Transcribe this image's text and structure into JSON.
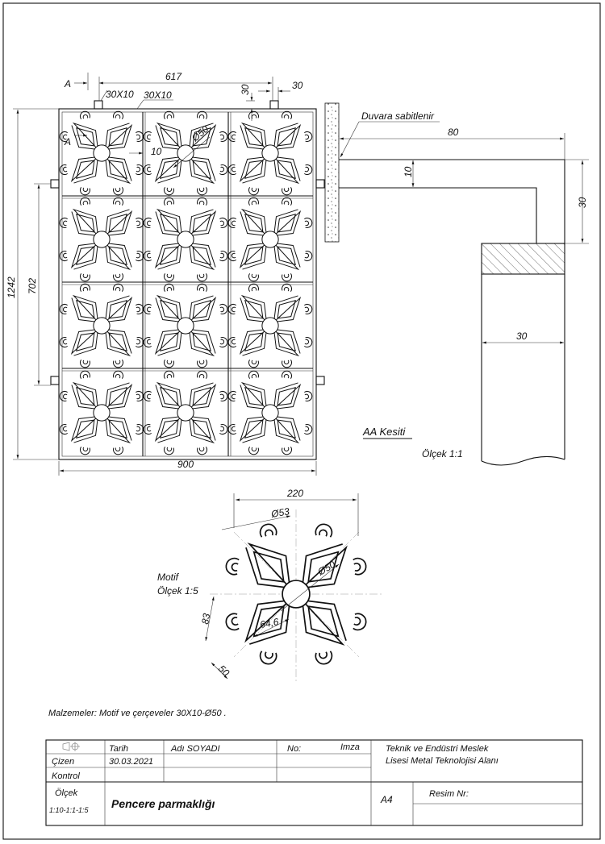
{
  "main_view": {
    "dim_top_width": "617",
    "dim_lug_width": "30",
    "dim_lug_height": "30",
    "profile_lug": "30X10",
    "profile_frame": "30X10",
    "section_mark": "A",
    "dim_gap": "10",
    "dim_center_dia": "Ø50",
    "dim_height": "1242",
    "dim_lug_spacing": "702",
    "dim_width": "900"
  },
  "section_view": {
    "wall_note": "Duvara sabitlenir",
    "dim_length": "80",
    "dim_thickness": "10",
    "dim_height": "30",
    "dim_width": "30",
    "title": "AA Kesiti",
    "scale": "Ölçek 1:1"
  },
  "motif_view": {
    "title": "Motif",
    "scale": "Ölçek 1:5",
    "dim_width": "220",
    "dim_curl_dia": "Ø53",
    "dim_center_dia": "Ø50",
    "dim_petal_length": "83",
    "dim_petal_inner": "64,6",
    "dim_petal_width": "50"
  },
  "materials": "Malzemeler: Motif ve çerçeveler 30X10-Ø50 .",
  "title_block": {
    "col_date": "Tarih",
    "col_name": "Adı SOYADI",
    "col_no": "No:",
    "col_signature": "Imza",
    "row_drawn": "Çizen",
    "drawn_date": "30.03.2021",
    "row_checked": "Kontrol",
    "scale_label": "Ölçek",
    "scale_value": "1:10-1:1-1:5",
    "drawing_title": "Pencere parmaklığı",
    "school_line1": "Teknik ve Endüstri Meslek",
    "school_line2": "Lisesi Metal Teknolojisi Alanı",
    "paper_size": "A4",
    "drawing_no_label": "Resim Nr:"
  }
}
